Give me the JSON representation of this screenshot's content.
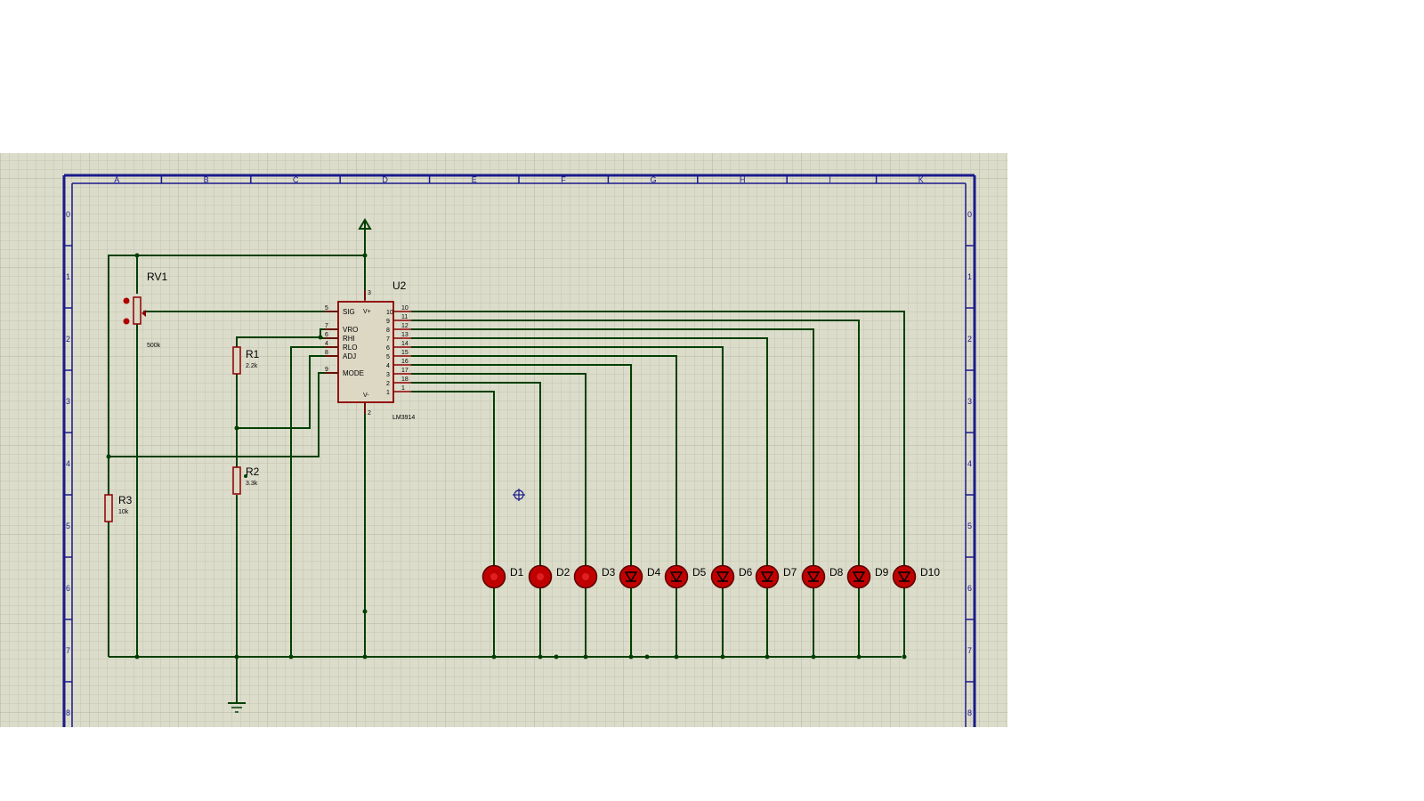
{
  "frame": {
    "columns": [
      "A",
      "B",
      "C",
      "D",
      "E",
      "F",
      "G",
      "H",
      "I",
      "K"
    ],
    "rows": [
      "0",
      "1",
      "2",
      "3",
      "4",
      "5",
      "6",
      "7",
      "8"
    ]
  },
  "components": {
    "rv1": {
      "ref": "RV1",
      "value": "500k"
    },
    "r1": {
      "ref": "R1",
      "value": "2.2k"
    },
    "r2": {
      "ref": "R2",
      "value": "3.3k"
    },
    "r3": {
      "ref": "R3",
      "value": "10k"
    },
    "u2": {
      "ref": "U2",
      "part": "LM3914",
      "left_pins": [
        {
          "num": "5",
          "name": "SIG"
        },
        {
          "num": "7",
          "name": "VRO"
        },
        {
          "num": "6",
          "name": "RHI"
        },
        {
          "num": "4",
          "name": "RLO"
        },
        {
          "num": "8",
          "name": "ADJ"
        },
        {
          "num": "9",
          "name": "MODE"
        }
      ],
      "right_pins": [
        {
          "outer": "10",
          "inner": "10"
        },
        {
          "outer": "11",
          "inner": "9"
        },
        {
          "outer": "12",
          "inner": "8"
        },
        {
          "outer": "13",
          "inner": "7"
        },
        {
          "outer": "14",
          "inner": "6"
        },
        {
          "outer": "15",
          "inner": "5"
        },
        {
          "outer": "16",
          "inner": "4"
        },
        {
          "outer": "17",
          "inner": "3"
        },
        {
          "outer": "18",
          "inner": "2"
        },
        {
          "outer": "1",
          "inner": "1"
        }
      ],
      "top_pin": "3",
      "bottom_pin": "2",
      "vplus": "V+",
      "vminus": "V-"
    },
    "leds": [
      "D1",
      "D2",
      "D3",
      "D4",
      "D5",
      "D6",
      "D7",
      "D8",
      "D9",
      "D10"
    ]
  },
  "colors": {
    "sheet": "#dcdccb",
    "grid": "#c4c4b2",
    "wire": "#004000",
    "component": "#8b0000",
    "frame": "#1a1a8c",
    "led": "#c00000"
  }
}
